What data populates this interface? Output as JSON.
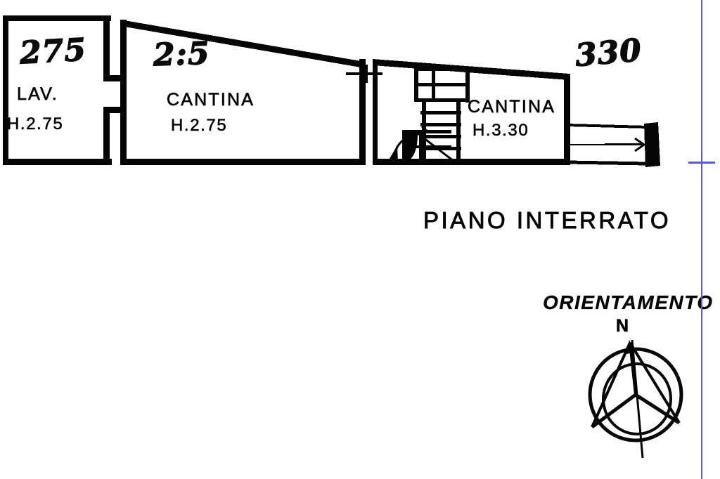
{
  "document": {
    "type": "architectural-floor-plan",
    "title": "PIANO INTERRATO",
    "language": "it",
    "ink_color": "#050505",
    "guide_color": "#5b5bc4",
    "background": "#ffffff"
  },
  "rooms": [
    {
      "id": "lav",
      "name": "LAV.",
      "height_label": "H.2.75",
      "handwritten_note": "275"
    },
    {
      "id": "cantina-left",
      "name": "CANTINA",
      "height_label": "H.2.75",
      "handwritten_note": "2:5"
    },
    {
      "id": "cantina-right",
      "name": "CANTINA",
      "height_label": "H.3.30",
      "handwritten_note": "330"
    }
  ],
  "features": {
    "staircase": "stair-flight-with-break-line",
    "corridor": "exit-corridor-right",
    "doorways": 3
  },
  "compass": {
    "label": "ORIENTAMENTO",
    "north_marker": "N"
  }
}
